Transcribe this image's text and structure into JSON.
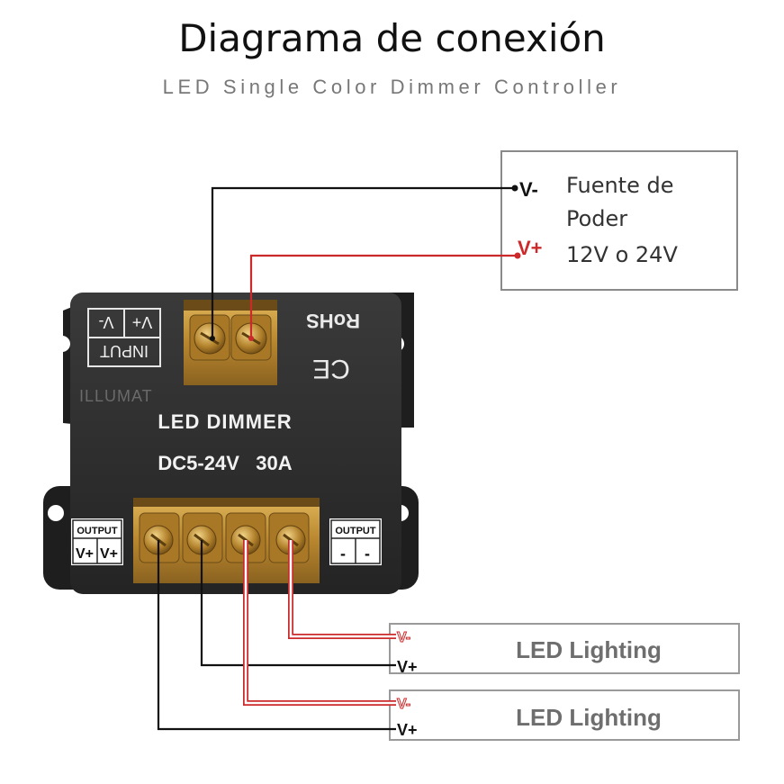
{
  "header": {
    "title": "Diagrama de conexión",
    "subtitle": "LED Single Color Dimmer Controller"
  },
  "power_supply": {
    "v_minus": "V-",
    "v_plus": "V+",
    "line1": "Fuente de",
    "line2": "Poder",
    "line3": "12V o 24V"
  },
  "device": {
    "brand": "ILLUMAT",
    "name": "LED DIMMER",
    "rating": "DC5-24V   30A",
    "rohs": "RoHS",
    "ce": "CE",
    "input_label": "INPUT",
    "input_vplus": "V+",
    "input_vminus": "V-",
    "output_left_label": "OUTPUT",
    "output_left_terms": [
      "V+",
      "V+"
    ],
    "output_right_label": "OUTPUT",
    "output_right_terms": [
      "-",
      "-"
    ]
  },
  "loads": [
    {
      "name": "LED Lighting",
      "v_minus": "V-",
      "v_plus": "V+"
    },
    {
      "name": "LED Lighting",
      "v_minus": "V-",
      "v_plus": "V+"
    }
  ],
  "colors": {
    "positive_wire": "#cc2a2a",
    "negative_wire": "#111111",
    "device_body": "#2b2b2b",
    "terminal_block": "#c89a3c"
  }
}
